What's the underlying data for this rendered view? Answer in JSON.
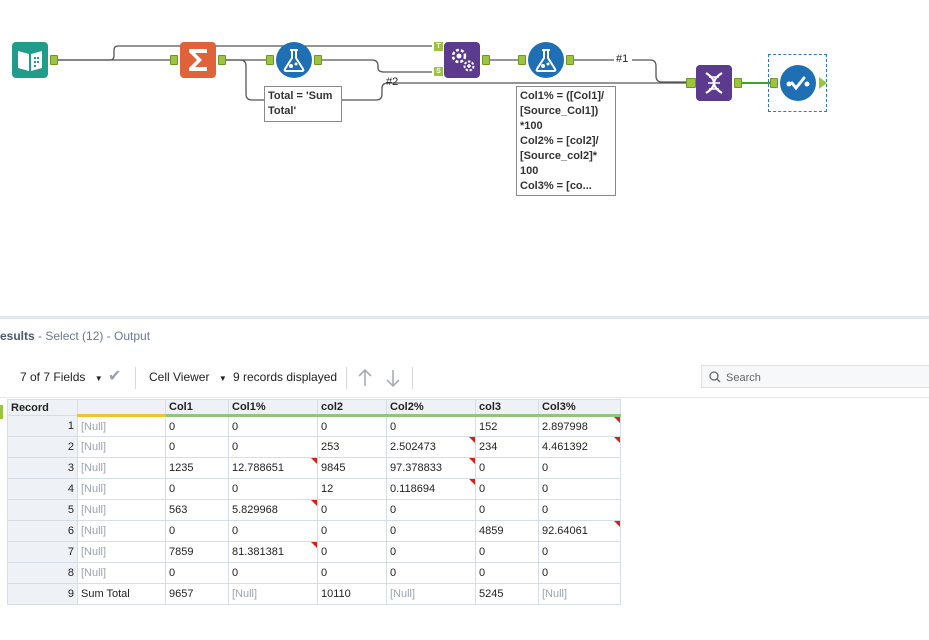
{
  "canvas": {
    "annotations": {
      "formula1": [
        "Total = 'Sum",
        "Total'"
      ],
      "formula2": [
        "Col1% = ([Col1]/",
        "[Source_Col1])",
        "*100",
        "Col2% = [col2]/",
        "[Source_col2]*",
        "100",
        "Col3% = [co..."
      ]
    },
    "connection_labels": {
      "c1": "#1",
      "c2": "#2"
    },
    "join_anchor_labels": {
      "top": "T",
      "bottom": "S"
    },
    "tools": [
      {
        "name": "input",
        "icon": "book-icon",
        "color": "#1f9d8a"
      },
      {
        "name": "summarize",
        "icon": "sigma-icon",
        "color": "#e0623a"
      },
      {
        "name": "formula1",
        "icon": "flask-icon",
        "color": "#1f6fb5"
      },
      {
        "name": "append",
        "icon": "gears-icon",
        "color": "#5c3b8e"
      },
      {
        "name": "formula2",
        "icon": "flask-icon",
        "color": "#1f6fb5"
      },
      {
        "name": "union",
        "icon": "dna-icon",
        "color": "#5c3b8e"
      },
      {
        "name": "select",
        "icon": "check-icon",
        "color": "#1f6fb5"
      }
    ]
  },
  "results": {
    "header_title": "esults",
    "header_sub": " - Select (12) - Output",
    "fields_label": "7 of 7 Fields",
    "cell_viewer_label": "Cell Viewer",
    "records_label": "9 records displayed",
    "search_placeholder": "Search"
  },
  "grid": {
    "columns": [
      "Record",
      "",
      "Col1",
      "Col1%",
      "col2",
      "Col2%",
      "col3",
      "Col3%"
    ],
    "rows": [
      {
        "rec": "1",
        "cells": [
          "[Null]",
          "0",
          "0",
          "0",
          "0",
          "152",
          "2.897998"
        ],
        "flags": [
          false,
          false,
          false,
          false,
          false,
          false,
          true
        ]
      },
      {
        "rec": "2",
        "cells": [
          "[Null]",
          "0",
          "0",
          "253",
          "2.502473",
          "234",
          "4.461392"
        ],
        "flags": [
          false,
          false,
          false,
          false,
          true,
          false,
          true
        ]
      },
      {
        "rec": "3",
        "cells": [
          "[Null]",
          "1235",
          "12.788651",
          "9845",
          "97.378833",
          "0",
          "0"
        ],
        "flags": [
          false,
          false,
          true,
          false,
          true,
          false,
          false
        ]
      },
      {
        "rec": "4",
        "cells": [
          "[Null]",
          "0",
          "0",
          "12",
          "0.118694",
          "0",
          "0"
        ],
        "flags": [
          false,
          false,
          false,
          false,
          true,
          false,
          false
        ]
      },
      {
        "rec": "5",
        "cells": [
          "[Null]",
          "563",
          "5.829968",
          "0",
          "0",
          "0",
          "0"
        ],
        "flags": [
          false,
          false,
          true,
          false,
          false,
          false,
          false
        ]
      },
      {
        "rec": "6",
        "cells": [
          "[Null]",
          "0",
          "0",
          "0",
          "0",
          "4859",
          "92.64061"
        ],
        "flags": [
          false,
          false,
          false,
          false,
          false,
          false,
          true
        ]
      },
      {
        "rec": "7",
        "cells": [
          "[Null]",
          "7859",
          "81.381381",
          "0",
          "0",
          "0",
          "0"
        ],
        "flags": [
          false,
          false,
          true,
          false,
          false,
          false,
          false
        ]
      },
      {
        "rec": "8",
        "cells": [
          "[Null]",
          "0",
          "0",
          "0",
          "0",
          "0",
          "0"
        ],
        "flags": [
          false,
          false,
          false,
          false,
          false,
          false,
          false
        ]
      },
      {
        "rec": "9",
        "cells": [
          "Sum Total",
          "9657",
          "[Null]",
          "10110",
          "[Null]",
          "5245",
          "[Null]"
        ],
        "flags": [
          false,
          false,
          false,
          false,
          false,
          false,
          false
        ]
      }
    ]
  }
}
